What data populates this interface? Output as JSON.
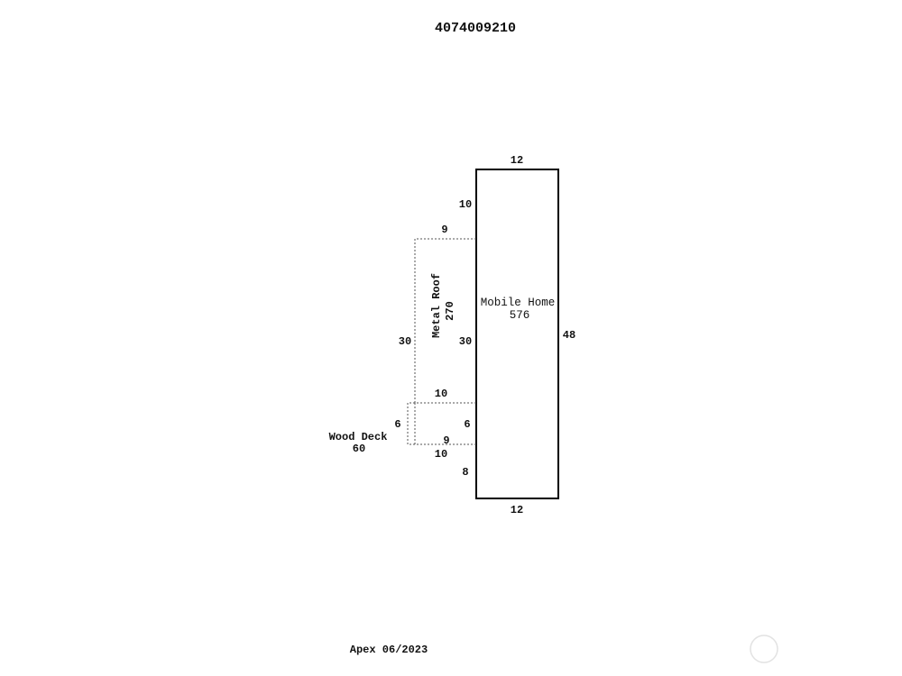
{
  "sketch": {
    "parcel_number": "4074009210",
    "footer_text": "Apex 06/2023",
    "areas": {
      "mobile_home": {
        "name": "Mobile Home",
        "area": "576"
      },
      "metal_roof": {
        "name": "Metal Roof",
        "area": "270"
      },
      "wood_deck": {
        "name": "Wood Deck",
        "area": "60"
      }
    },
    "dimensions": {
      "mh_top": "12",
      "mh_bottom": "12",
      "mh_right": "48",
      "mh_left_upper": "10",
      "mh_left_middle": "30",
      "mh_left_lower": "6",
      "mh_left_bottom": "8",
      "roof_top": "9",
      "roof_left": "30",
      "roof_bottom": "10",
      "deck_left": "6",
      "deck_inner_width": "9",
      "deck_bottom": "10"
    },
    "colors": {
      "line": "#000000",
      "dashed_line": "#555555",
      "text": "#111111"
    }
  }
}
